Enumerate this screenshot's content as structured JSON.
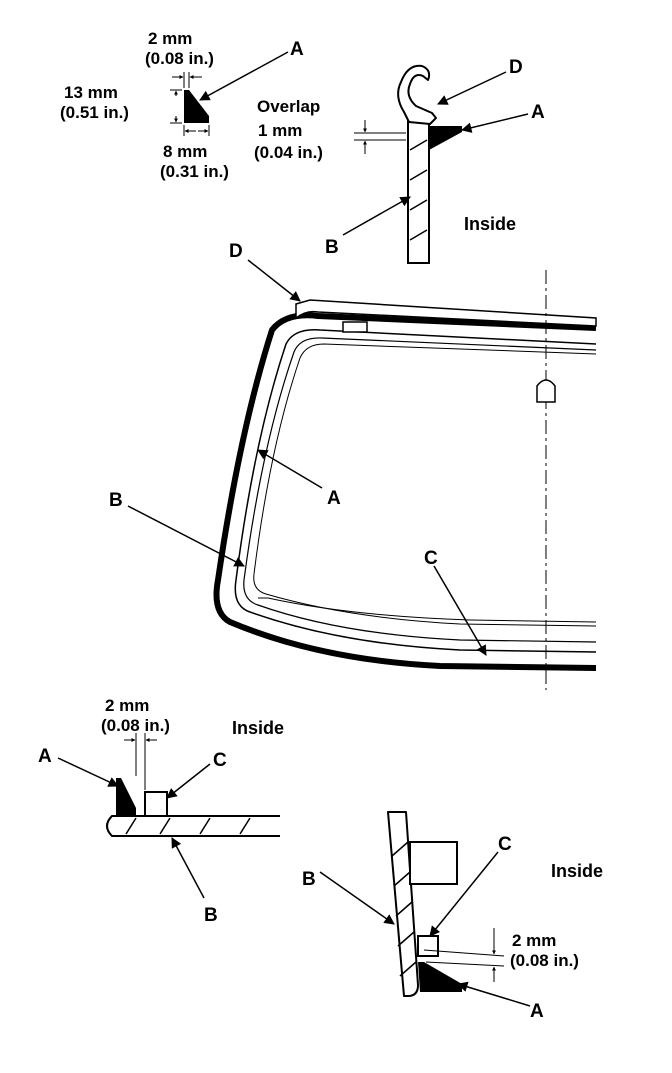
{
  "labels": {
    "a": "A",
    "b": "B",
    "c": "C",
    "d": "D"
  },
  "dimensions": {
    "width_top_mm": "2 mm",
    "width_top_in": "(0.08 in.)",
    "height_mm": "13 mm",
    "height_in": "(0.51 in.)",
    "base_mm": "8 mm",
    "base_in": "(0.31 in.)",
    "overlap_word": "Overlap",
    "overlap_mm": "1 mm",
    "overlap_in": "(0.04 in.)",
    "gap_mm": "2 mm",
    "gap_in": "(0.08 in.)"
  },
  "words": {
    "inside": "Inside"
  },
  "colors": {
    "ink": "#000000",
    "paper": "#ffffff"
  }
}
